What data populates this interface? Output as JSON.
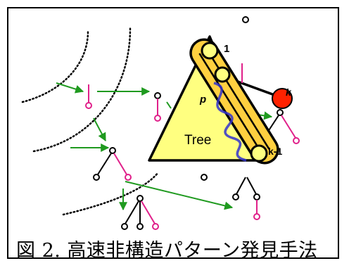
{
  "diagram": {
    "tree_label": "Tree",
    "node_label_1": "1",
    "node_label_p": "p",
    "node_label_k": "k",
    "node_label_k_minus_1": "k-1"
  },
  "caption": {
    "text": "図 2.  高速非構造パターン発見手法"
  },
  "colors": {
    "triangle_fill": "#ffff80",
    "band_fill": "#ffd040",
    "node_fill": "#ffff80",
    "red_node": "#ff2200",
    "magenta_edge": "#e0208a",
    "green_arrow": "#1f9a1f",
    "wave": "#3333cc"
  }
}
